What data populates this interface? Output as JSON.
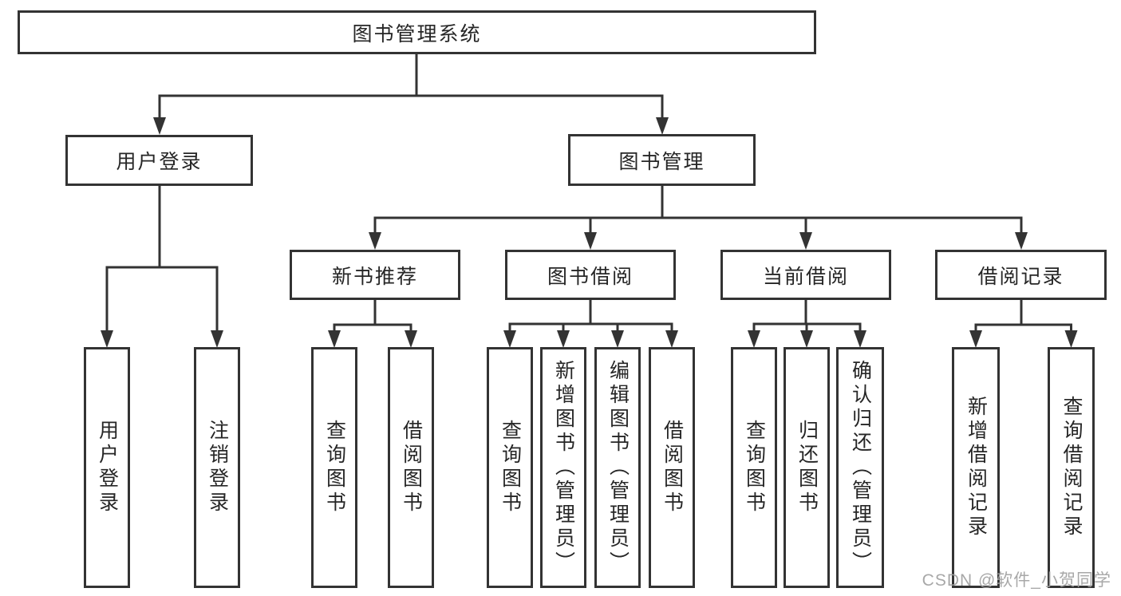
{
  "title": "图书管理系统",
  "level2": {
    "user_login": "用户登录",
    "book_management": "图书管理"
  },
  "level3": {
    "new_book_recommend": "新书推荐",
    "book_borrowing": "图书借阅",
    "current_borrowing": "当前借阅",
    "borrowing_records": "借阅记录"
  },
  "leaves": {
    "user_login": [
      "用户登录",
      "注销登录"
    ],
    "new_book_recommend": [
      "查询图书",
      "借阅图书"
    ],
    "book_borrowing": [
      "查询图书",
      "新增图书（管理员）",
      "编辑图书（管理员）",
      "借阅图书"
    ],
    "current_borrowing": [
      "查询图书",
      "归还图书",
      "确认归还（管理员）"
    ],
    "borrowing_records": [
      "新增借阅记录",
      "查询借阅记录"
    ]
  },
  "watermark": "CSDN @软件_小贺同学",
  "colors": {
    "line": "#333333",
    "text": "#262626",
    "background": "#ffffff",
    "watermark": "#9e9e9e"
  }
}
